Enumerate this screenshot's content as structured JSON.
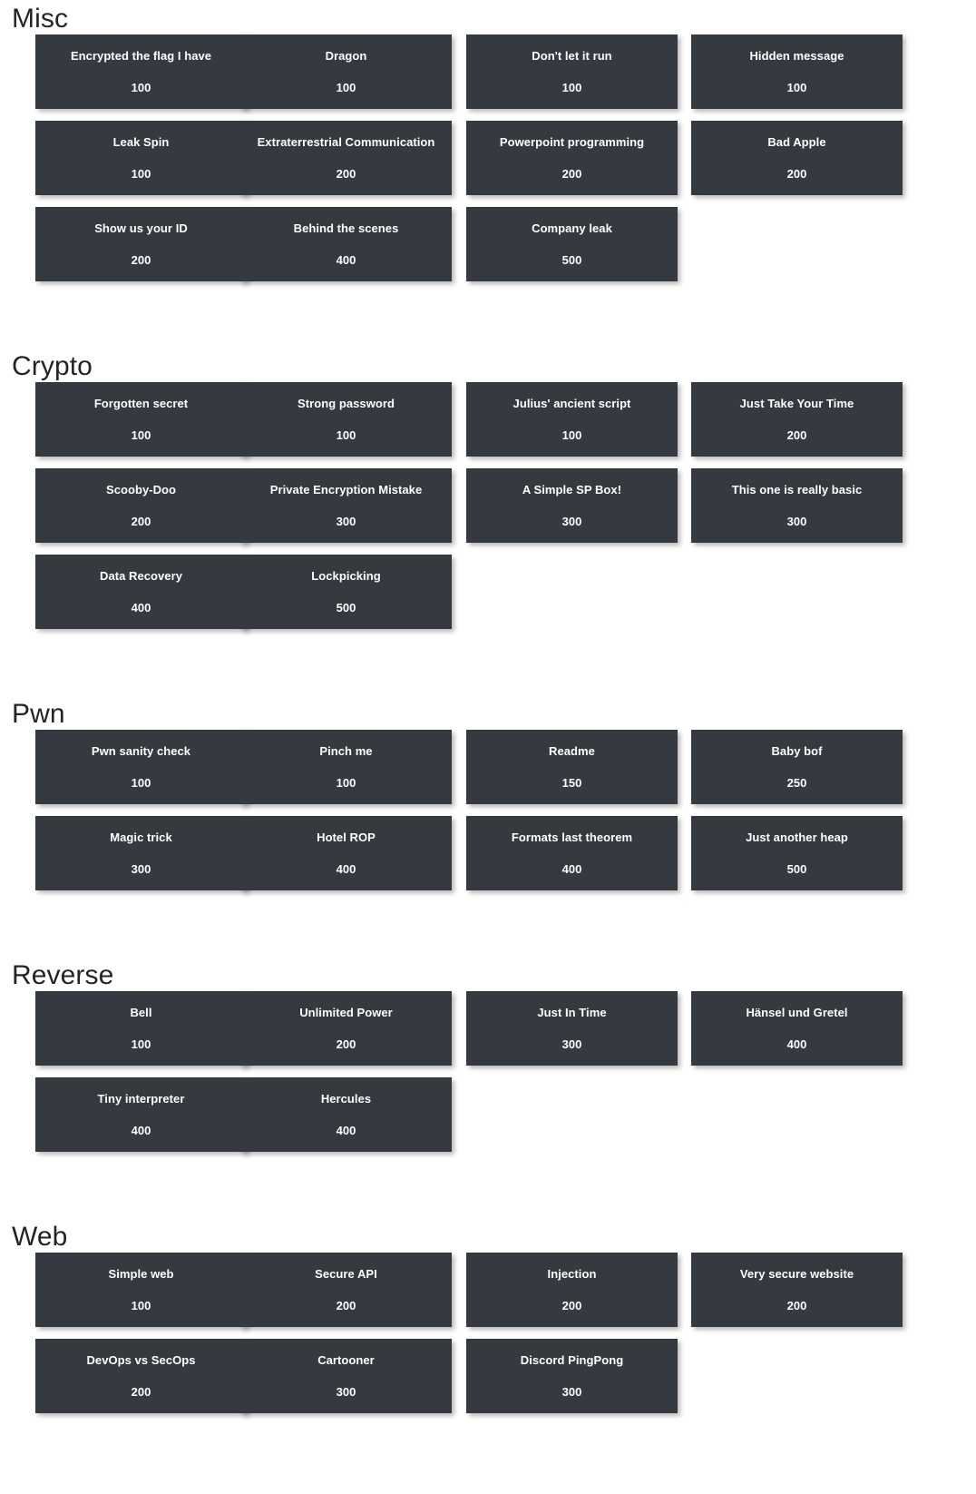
{
  "page": {
    "background_color": "#ffffff",
    "card_color": "#343a40",
    "card_text_color": "#ffffff",
    "heading_color": "#212529"
  },
  "categories": [
    {
      "name": "Misc",
      "challenges": [
        {
          "title": "Encrypted the flag I have",
          "points": "100"
        },
        {
          "title": "Dragon",
          "points": "100"
        },
        {
          "title": "Don't let it run",
          "points": "100"
        },
        {
          "title": "Hidden message",
          "points": "100"
        },
        {
          "title": "Leak Spin",
          "points": "100"
        },
        {
          "title": "Extraterrestrial Communication",
          "points": "200"
        },
        {
          "title": "Powerpoint programming",
          "points": "200"
        },
        {
          "title": "Bad Apple",
          "points": "200"
        },
        {
          "title": "Show us your ID",
          "points": "200"
        },
        {
          "title": "Behind the scenes",
          "points": "400"
        },
        {
          "title": "Company leak",
          "points": "500"
        }
      ]
    },
    {
      "name": "Crypto",
      "challenges": [
        {
          "title": "Forgotten secret",
          "points": "100"
        },
        {
          "title": "Strong password",
          "points": "100"
        },
        {
          "title": "Julius' ancient script",
          "points": "100"
        },
        {
          "title": "Just Take Your Time",
          "points": "200"
        },
        {
          "title": "Scooby-Doo",
          "points": "200"
        },
        {
          "title": "Private Encryption Mistake",
          "points": "300"
        },
        {
          "title": "A Simple SP Box!",
          "points": "300"
        },
        {
          "title": "This one is really basic",
          "points": "300"
        },
        {
          "title": "Data Recovery",
          "points": "400"
        },
        {
          "title": "Lockpicking",
          "points": "500"
        }
      ]
    },
    {
      "name": "Pwn",
      "challenges": [
        {
          "title": "Pwn sanity check",
          "points": "100"
        },
        {
          "title": "Pinch me",
          "points": "100"
        },
        {
          "title": "Readme",
          "points": "150"
        },
        {
          "title": "Baby bof",
          "points": "250"
        },
        {
          "title": "Magic trick",
          "points": "300"
        },
        {
          "title": "Hotel ROP",
          "points": "400"
        },
        {
          "title": "Formats last theorem",
          "points": "400"
        },
        {
          "title": "Just another heap",
          "points": "500"
        }
      ]
    },
    {
      "name": "Reverse",
      "challenges": [
        {
          "title": "Bell",
          "points": "100"
        },
        {
          "title": "Unlimited Power",
          "points": "200"
        },
        {
          "title": "Just In Time",
          "points": "300"
        },
        {
          "title": "Hänsel und Gretel",
          "points": "400"
        },
        {
          "title": "Tiny interpreter",
          "points": "400"
        },
        {
          "title": "Hercules",
          "points": "400"
        }
      ]
    },
    {
      "name": "Web",
      "challenges": [
        {
          "title": "Simple web",
          "points": "100"
        },
        {
          "title": "Secure API",
          "points": "200"
        },
        {
          "title": "Injection",
          "points": "200"
        },
        {
          "title": "Very secure website",
          "points": "200"
        },
        {
          "title": "DevOps vs SecOps",
          "points": "200"
        },
        {
          "title": "Cartooner",
          "points": "300"
        },
        {
          "title": "Discord PingPong",
          "points": "300"
        }
      ]
    }
  ]
}
